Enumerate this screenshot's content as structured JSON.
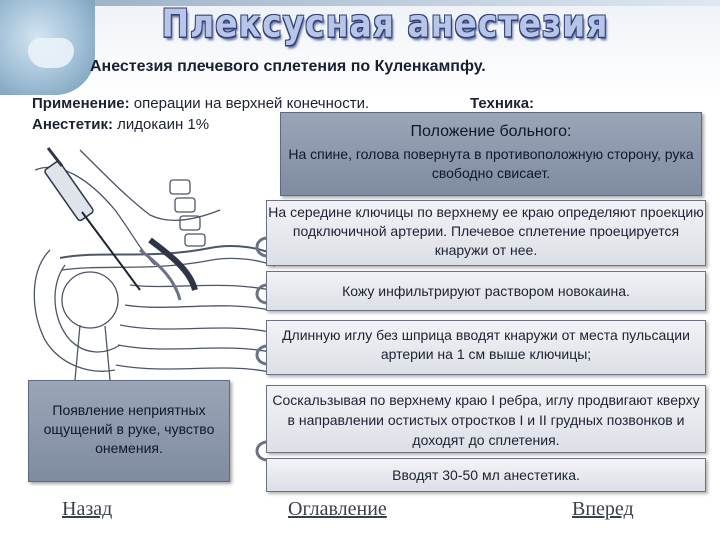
{
  "slide": {
    "title": "Плексусная анестезия",
    "subtitle": "Анестезия плечевого сплетения по Куленкампфу.",
    "application_label": "Применение:",
    "application_value": " операции на верхней конечности.",
    "anesthetic_label": "Анестетик:",
    "anesthetic_value": " лидокаин 1%",
    "technique_label": "Техника:"
  },
  "position_box": {
    "header": "Положение больного:",
    "text": "На спине, голова повернута в противоположную сторону, рука свободно свисает."
  },
  "steps": [
    "На середине ключицы по верхнему ее краю определяют проекцию подключичной артерии. Плечевое сплетение проецируется кнаружи от нее.",
    "Кожу инфильтрируют раствором новокаина.",
    "Длинную иглу без шприца вводят кнаружи от места пульсации артерии на 1 см выше ключицы;",
    "Соскальзывая по верхнему краю I ребра, иглу продвигают кверху в направлении остистых отростков I и II грудных позвонков и доходят до сплетения.",
    "Вводят 30-50 мл анестетика."
  ],
  "side_note": "Появление неприятных ощущений в руке, чувство онемения.",
  "nav": {
    "back": "Назад",
    "toc": "Оглавление",
    "next": "Вперед"
  },
  "colors": {
    "dark_box": "#8a95aa",
    "light_box": "#e6e8ee",
    "title_fill": "#b7c6e6",
    "title_outline": "#33407a"
  }
}
